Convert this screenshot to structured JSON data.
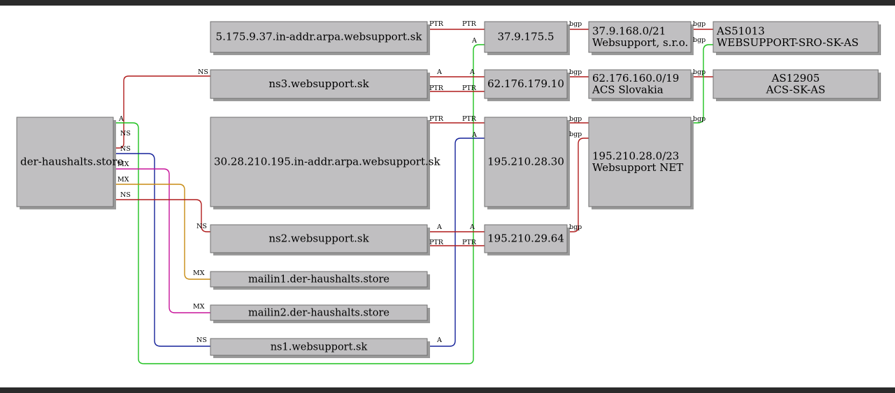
{
  "diagram": {
    "nodes": {
      "domain": [
        "der-haushalts.store"
      ],
      "ptr1": [
        "5.175.9.37.in-addr.arpa.websupport.sk"
      ],
      "ns3": [
        "ns3.websupport.sk"
      ],
      "ptr2": [
        "30.28.210.195.in-addr.arpa.websupport.sk"
      ],
      "ns2": [
        "ns2.websupport.sk"
      ],
      "mailin1": [
        "mailin1.der-haushalts.store"
      ],
      "mailin2": [
        "mailin2.der-haushalts.store"
      ],
      "ns1": [
        "ns1.websupport.sk"
      ],
      "ip1": [
        "37.9.175.5"
      ],
      "ip2": [
        "62.176.179.10"
      ],
      "ip3": [
        "195.210.28.30"
      ],
      "ip4": [
        "195.210.29.64"
      ],
      "net1": [
        "37.9.168.0/21",
        "Websupport, s.r.o."
      ],
      "net2": [
        "62.176.160.0/19",
        "ACS Slovakia"
      ],
      "net3": [
        "195.210.28.0/23",
        "Websupport NET"
      ],
      "as1": [
        "AS51013",
        "WEBSUPPORT-SRO-SK-AS"
      ],
      "as2": [
        "AS12905",
        "ACS-SK-AS"
      ]
    },
    "edge_labels": {
      "ns": "NS",
      "mx": "MX",
      "a": "A",
      "ptr": "PTR",
      "bgp": "bgp"
    },
    "colors": {
      "red": "#b01c1c",
      "green": "#1ec21e",
      "navy": "#15229a",
      "magenta": "#c8149a",
      "orange": "#c88c14",
      "box_fill": "#c0bfc1",
      "shadow": "#9a9a9a",
      "top_bar": "#2b2b2b"
    }
  }
}
